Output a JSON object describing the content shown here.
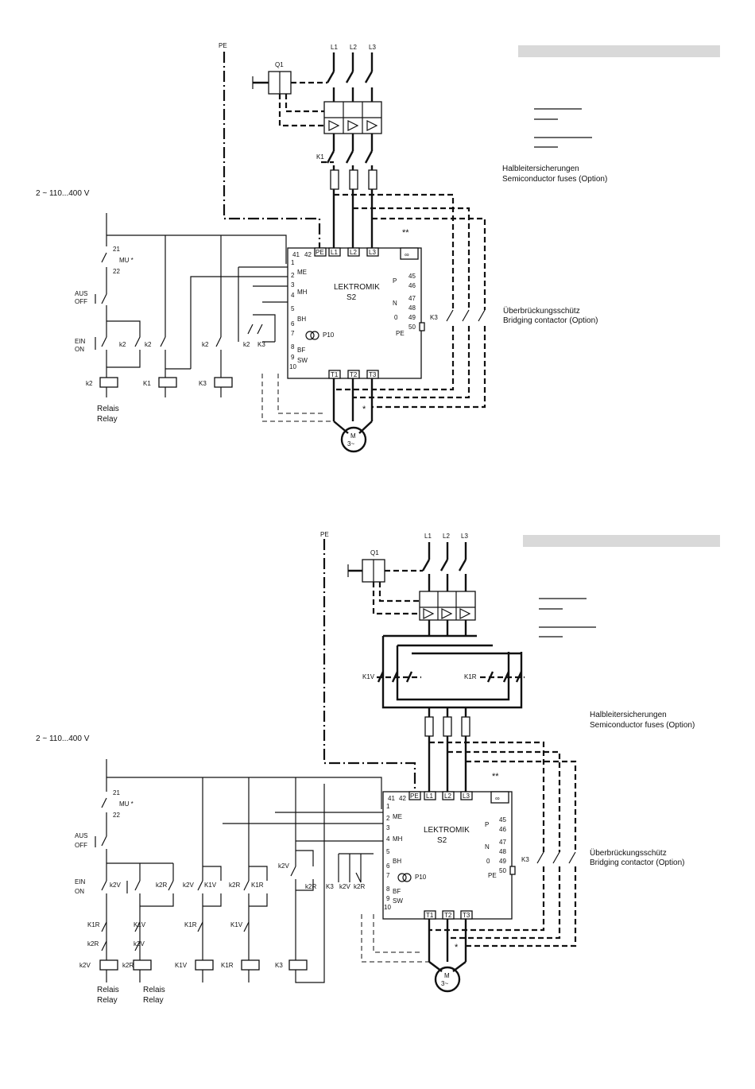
{
  "diagram1": {
    "pe": "PE",
    "l1": "L1",
    "l2": "L2",
    "l3": "L3",
    "q1": "Q1",
    "k1": "K1",
    "fuses_de": "Halbleitersicherungen",
    "fuses_en": "Semiconductor fuses (Option)",
    "supply": "2 ~ 110...400 V",
    "mu": "MU *",
    "t21": "21",
    "t22": "22",
    "aus": "AUS",
    "off": "OFF",
    "ein": "EIN",
    "on": "ON",
    "k2": "k2",
    "K1": "K1",
    "K3": "K3",
    "k3": "K3",
    "relais": "Relais",
    "relay": "Relay",
    "lektromik": "LEKTROMIK",
    "s2": "S2",
    "t41": "41",
    "t42": "42",
    "tPE": "PE",
    "tL1": "L1",
    "tL2": "L2",
    "tL3": "L3",
    "tT1": "T1",
    "tT2": "T2",
    "tT3": "T3",
    "me": "ME",
    "mh": "MH",
    "bh": "BH",
    "bf": "BF",
    "sw": "SW",
    "p10": "P10",
    "n1": "1",
    "n2": "2",
    "n3": "3",
    "n4": "4",
    "n5": "5",
    "n6": "6",
    "n7": "7",
    "n8": "8",
    "n9": "9",
    "n10": "10",
    "n45": "45",
    "n46": "46",
    "n47": "47",
    "n48": "48",
    "n49": "49",
    "n50": "50",
    "p": "P",
    "n": "N",
    "zero": "0",
    "pe2": "PE",
    "star2": "**",
    "inf": "∞",
    "star": "*",
    "motor_m": "M",
    "motor_3": "3~",
    "bridge_de": "Überbrückungsschütz",
    "bridge_en": "Bridging contactor (Option)"
  },
  "diagram2": {
    "pe": "PE",
    "l1": "L1",
    "l2": "L2",
    "l3": "L3",
    "q1": "Q1",
    "k1v": "K1V",
    "k1r": "K1R",
    "fuses_de": "Halbleitersicherungen",
    "fuses_en": "Semiconductor fuses (Option)",
    "supply": "2 ~ 110...400 V",
    "mu": "MU *",
    "t21": "21",
    "t22": "22",
    "aus": "AUS",
    "off": "OFF",
    "ein": "EIN",
    "on": "ON",
    "k2v": "k2V",
    "k2r": "k2R",
    "K1V": "K1V",
    "K1R": "K1R",
    "K3": "K3",
    "relais": "Relais",
    "relay": "Relay",
    "lektromik": "LEKTROMIK",
    "s2": "S2",
    "t41": "41",
    "t42": "42",
    "tPE": "PE",
    "tL1": "L1",
    "tL2": "L2",
    "tL3": "L3",
    "tT1": "T1",
    "tT2": "T2",
    "tT3": "T3",
    "me": "ME",
    "mh": "MH",
    "bh": "BH",
    "bf": "BF",
    "sw": "SW",
    "p10": "P10",
    "n1": "1",
    "n2": "2",
    "n3": "3",
    "n4": "4",
    "n5": "5",
    "n6": "6",
    "n7": "7",
    "n8": "8",
    "n9": "9",
    "n10": "10",
    "n45": "45",
    "n46": "46",
    "n47": "47",
    "n48": "48",
    "n49": "49",
    "n50": "50",
    "p": "P",
    "n": "N",
    "zero": "0",
    "pe2": "PE",
    "star2": "**",
    "inf": "∞",
    "star": "*",
    "motor_m": "M",
    "motor_3": "3~",
    "bridge_de": "Überbrückungsschütz",
    "bridge_en": "Bridging contactor (Option)"
  }
}
